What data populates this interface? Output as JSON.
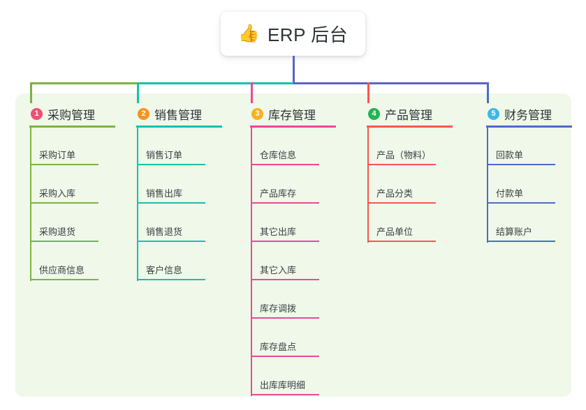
{
  "root": {
    "emoji": "👍",
    "emoji_name": "thumbs-up-icon",
    "title": "ERP 后台"
  },
  "palette": {
    "panel_bg": "#eff8e9",
    "page_bg": "#ffffff",
    "stem": "#5b63c4",
    "bar_left": "#7cb342",
    "bar_mid": "#16c0ae",
    "bar_right": "#5b63c4",
    "text": "#3b4045"
  },
  "columns": [
    {
      "index": "1",
      "title": "采购管理",
      "badge_color": "#ef4f71",
      "line_color": "#7cb342",
      "items": [
        {
          "label": "采购订单"
        },
        {
          "label": "采购入库"
        },
        {
          "label": "采购退货"
        },
        {
          "label": "供应商信息"
        }
      ]
    },
    {
      "index": "2",
      "title": "销售管理",
      "badge_color": "#f7941e",
      "line_color": "#16c0ae",
      "items": [
        {
          "label": "销售订单"
        },
        {
          "label": "销售出库"
        },
        {
          "label": "销售退货"
        },
        {
          "label": "客户信息"
        }
      ]
    },
    {
      "index": "3",
      "title": "库存管理",
      "badge_color": "#f5b120",
      "line_color": "#ec4899",
      "items": [
        {
          "label": "仓库信息"
        },
        {
          "label": "产品库存"
        },
        {
          "label": "其它出库"
        },
        {
          "label": "其它入库"
        },
        {
          "label": "库存调拨"
        },
        {
          "label": "库存盘点"
        },
        {
          "label": "出库库明细"
        }
      ]
    },
    {
      "index": "4",
      "title": "产品管理",
      "badge_color": "#22b455",
      "line_color": "#f9564f",
      "items": [
        {
          "label": "产品（物料）"
        },
        {
          "label": "产品分类"
        },
        {
          "label": "产品单位"
        }
      ]
    },
    {
      "index": "5",
      "title": "财务管理",
      "badge_color": "#3eb8e5",
      "line_color": "#4b6cc8",
      "items": [
        {
          "label": "回款单"
        },
        {
          "label": "付款单"
        },
        {
          "label": "结算账户"
        }
      ]
    }
  ]
}
